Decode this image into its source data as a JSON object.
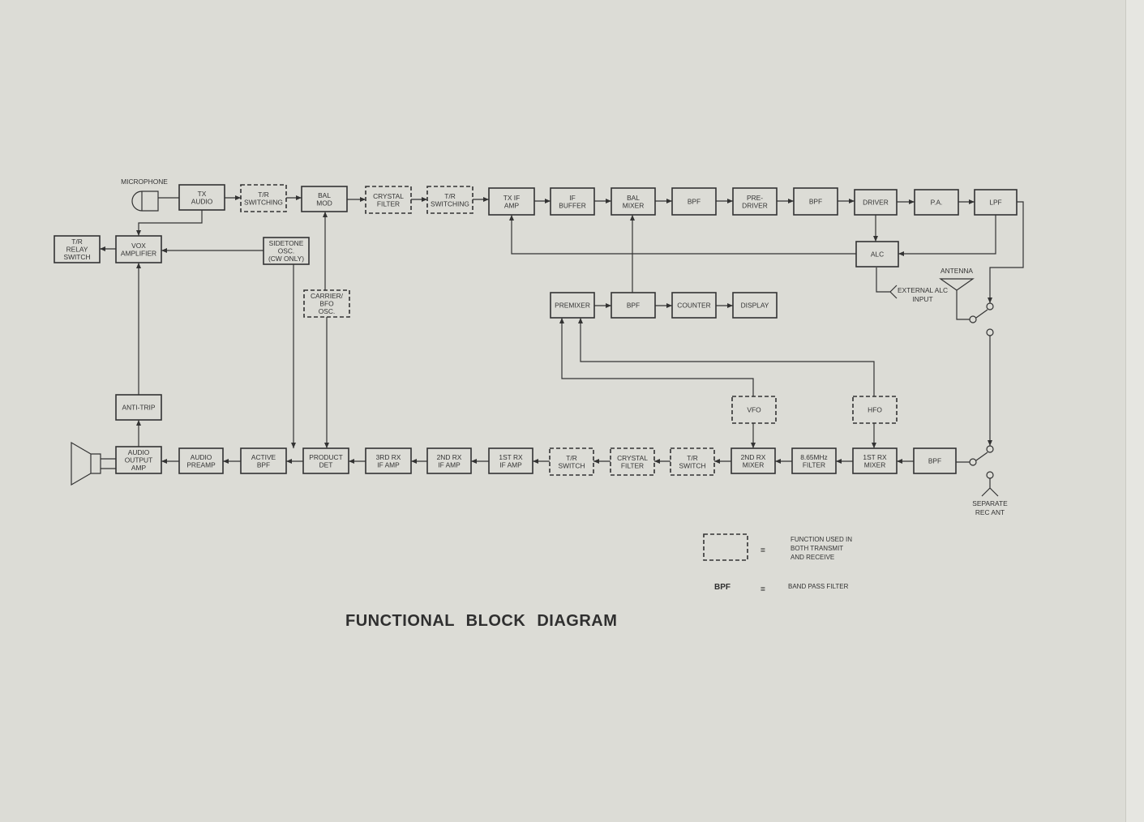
{
  "title": "FUNCTIONAL  BLOCK DIAGRAM",
  "labels": {
    "microphone": "MICROPHONE",
    "antenna": "ANTENNA",
    "external_alc": [
      "EXTERNAL ALC",
      "INPUT"
    ],
    "separate_ant": [
      "SEPARATE",
      "REC ANT"
    ]
  },
  "legend": {
    "dashed_meaning": [
      "FUNCTION USED IN",
      "BOTH TRANSMIT",
      "AND RECEIVE"
    ],
    "equals": "=",
    "bpf_abbrev": "BPF",
    "bpf_meaning": "BAND PASS FILTER"
  },
  "blocks": {
    "tx_audio": [
      "TX",
      "AUDIO"
    ],
    "tr_switching_1": [
      "T/R",
      "SWITCHING"
    ],
    "bal_mod": [
      "BAL",
      "MOD"
    ],
    "crystal_filter_tx": [
      "CRYSTAL",
      "FILTER"
    ],
    "tr_switching_2": [
      "T/R",
      "SWITCHING"
    ],
    "tx_if_amp": [
      "TX IF",
      "AMP"
    ],
    "if_buffer": [
      "IF",
      "BUFFER"
    ],
    "bal_mixer": [
      "BAL",
      "MIXER"
    ],
    "bpf_1": [
      "BPF"
    ],
    "pre_driver": [
      "PRE-",
      "DRIVER"
    ],
    "bpf_2": [
      "BPF"
    ],
    "driver": [
      "DRIVER"
    ],
    "pa": [
      "P.A."
    ],
    "lpf": [
      "LPF"
    ],
    "tr_relay": [
      "T/R",
      "RELAY",
      "SWITCH"
    ],
    "vox_amp": [
      "VOX",
      "AMPLIFIER"
    ],
    "sidetone": [
      "SIDETONE",
      "OSC.",
      "(CW ONLY)"
    ],
    "alc": [
      "ALC"
    ],
    "carrier_bfo": [
      "CARRIER/",
      "BFO",
      "OSC."
    ],
    "premixer": [
      "PREMIXER"
    ],
    "bpf_3": [
      "BPF"
    ],
    "counter": [
      "COUNTER"
    ],
    "display": [
      "DISPLAY"
    ],
    "anti_trip": [
      "ANTI-TRIP"
    ],
    "vfo": [
      "VFO"
    ],
    "hfo": [
      "HFO"
    ],
    "audio_out": [
      "AUDIO",
      "OUTPUT",
      "AMP"
    ],
    "audio_preamp": [
      "AUDIO",
      "PREAMP"
    ],
    "active_bpf": [
      "ACTIVE",
      "BPF"
    ],
    "product_det": [
      "PRODUCT",
      "DET"
    ],
    "rx_if_3": [
      "3RD RX",
      "IF AMP"
    ],
    "rx_if_2": [
      "2ND RX",
      "IF AMP"
    ],
    "rx_if_1": [
      "1ST RX",
      "IF AMP"
    ],
    "tr_switch_rx1": [
      "T/R",
      "SWITCH"
    ],
    "crystal_filter_rx": [
      "CRYSTAL",
      "FILTER"
    ],
    "tr_switch_rx2": [
      "T/R",
      "SWITCH"
    ],
    "rx_mixer_2": [
      "2ND RX",
      "MIXER"
    ],
    "filter_865": [
      "8.65MHz",
      "FILTER"
    ],
    "rx_mixer_1": [
      "1ST RX",
      "MIXER"
    ],
    "bpf_rx": [
      "BPF"
    ]
  }
}
